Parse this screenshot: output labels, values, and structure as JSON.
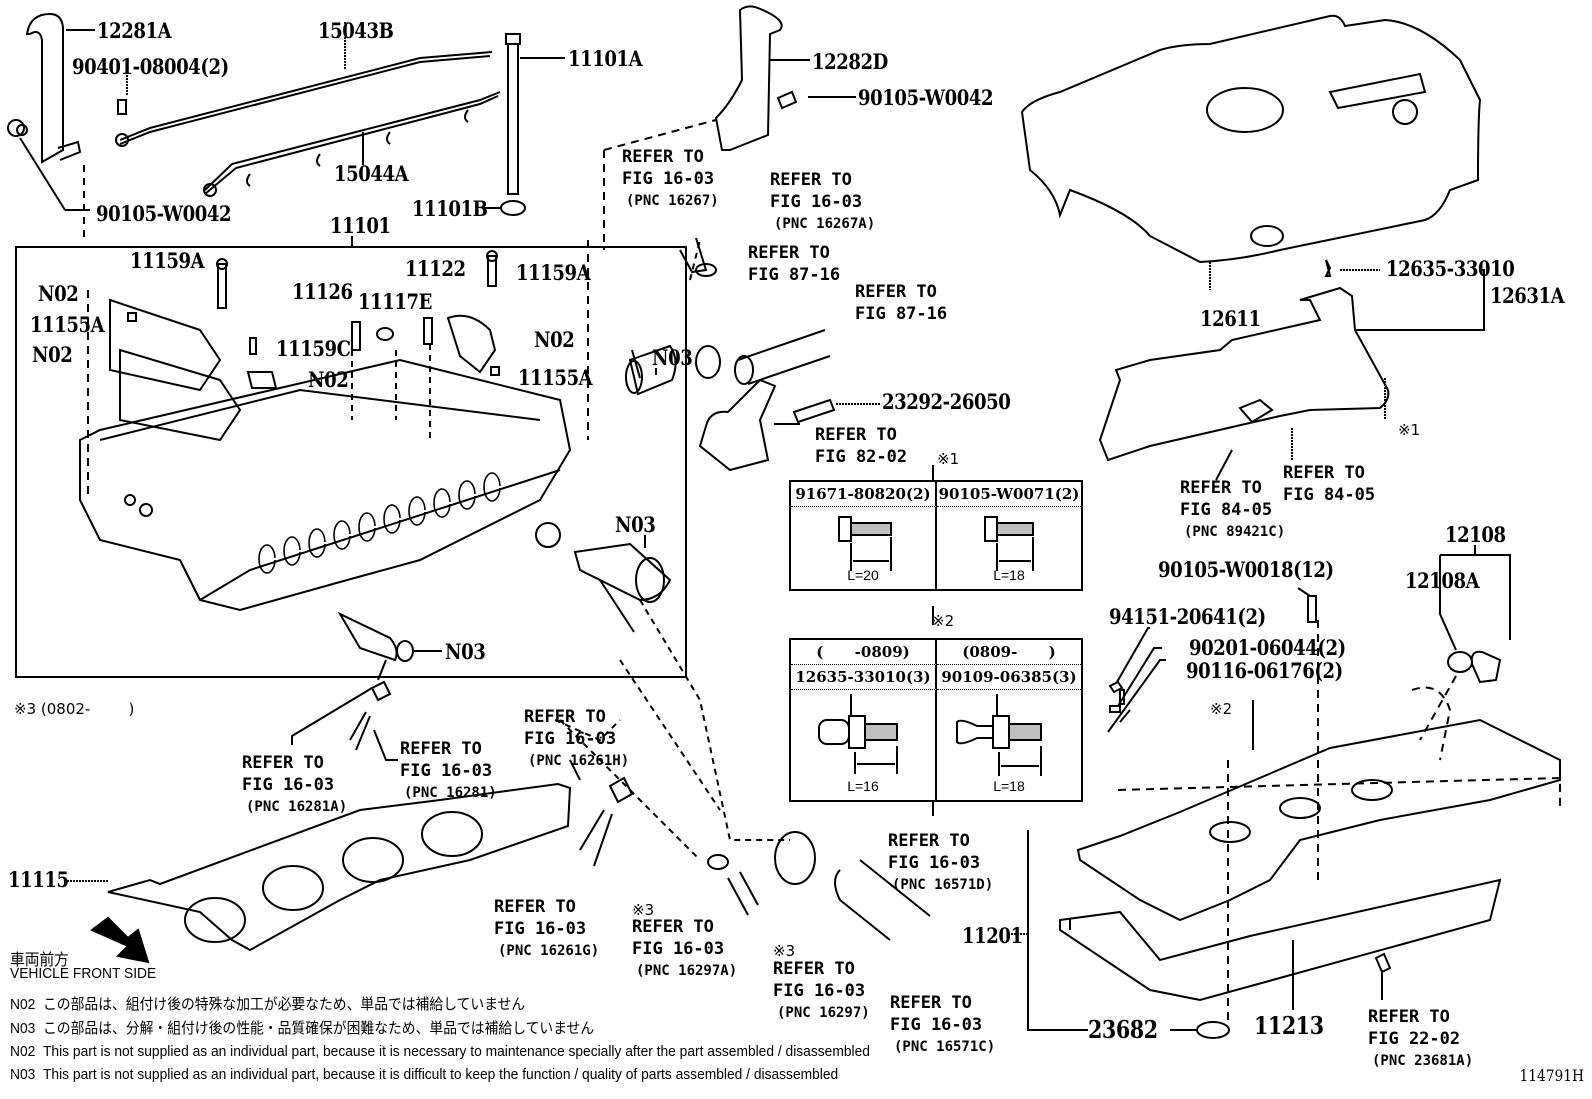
{
  "figure_id": "114791H",
  "parts": {
    "p12281A": "12281A",
    "p15043B": "15043B",
    "p90401": "90401-08004(2)",
    "p11101A": "11101A",
    "p12282D": "12282D",
    "p90105w0042a": "90105-W0042",
    "p90105w0042b": "90105-W0042",
    "p15044A": "15044A",
    "p11101B": "11101B",
    "p11101": "11101",
    "p11159A_1": "11159A",
    "p11159A_2": "11159A",
    "p11159C": "11159C",
    "p11155A_1": "11155A",
    "p11155A_2": "11155A",
    "p11126": "11126",
    "p11117E": "11117E",
    "p11122": "11122",
    "n02_1": "N02",
    "n02_2": "N02",
    "n02_3": "N02",
    "n02_4": "N02",
    "n03_1": "N03",
    "n03_2": "N03",
    "n03_3": "N03",
    "p23292": "23292-26050",
    "p12611": "12611",
    "p12635": "12635-33010",
    "p12631A": "12631A",
    "p12108": "12108",
    "p12108A": "12108A",
    "p90105w0018": "90105-W0018(12)",
    "p94151": "94151-20641(2)",
    "p90201": "90201-06044(2)",
    "p90116": "90116-06176(2)",
    "p11115": "11115",
    "p11201": "11201",
    "p23682": "23682",
    "p11213": "11213"
  },
  "refs": [
    {
      "line1": "REFER TO",
      "line2": "FIG 16-03",
      "pnc": "(PNC 16267)"
    },
    {
      "line1": "REFER TO",
      "line2": "FIG 16-03",
      "pnc": "(PNC 16267A)"
    },
    {
      "line1": "REFER TO",
      "line2": "FIG 87-16",
      "pnc": ""
    },
    {
      "line1": "REFER TO",
      "line2": "FIG 87-16",
      "pnc": ""
    },
    {
      "line1": "REFER TO",
      "line2": "FIG 82-02",
      "pnc": ""
    },
    {
      "line1": "REFER TO",
      "line2": "FIG 84-05",
      "pnc": "(PNC 89421C)"
    },
    {
      "line1": "REFER TO",
      "line2": "FIG 84-05",
      "pnc": ""
    },
    {
      "line1": "REFER TO",
      "line2": "FIG 16-03",
      "pnc": "(PNC 16281A)"
    },
    {
      "line1": "REFER TO",
      "line2": "FIG 16-03",
      "pnc": "(PNC 16281)"
    },
    {
      "line1": "REFER TO",
      "line2": "FIG 16-03",
      "pnc": "(PNC 16261H)"
    },
    {
      "line1": "REFER TO",
      "line2": "FIG 16-03",
      "pnc": "(PNC 16261G)"
    },
    {
      "line1": "REFER TO",
      "line2": "FIG 16-03",
      "pnc": "(PNC 16297A)"
    },
    {
      "line1": "REFER TO",
      "line2": "FIG 16-03",
      "pnc": "(PNC 16297)"
    },
    {
      "line1": "REFER TO",
      "line2": "FIG 16-03",
      "pnc": "(PNC 16571D)"
    },
    {
      "line1": "REFER TO",
      "line2": "FIG 16-03",
      "pnc": "(PNC 16571C)"
    },
    {
      "line1": "REFER TO",
      "line2": "FIG 22-02",
      "pnc": "(PNC 23681A)"
    }
  ],
  "symbols": {
    "s1": "※1",
    "s1b": "※1",
    "s2": "※2",
    "s2b": "※2",
    "s3a": "※3",
    "s3b": "※3",
    "s3_range": "※3 (0802-        )"
  },
  "table1": {
    "marker": "※1",
    "headers": [
      "91671-80820(2)",
      "90105-W0071(2)"
    ],
    "lengths": [
      "L=20",
      "L=18"
    ]
  },
  "table2": {
    "marker": "※2",
    "periods": [
      "(      -0809)",
      "(0809-      )"
    ],
    "headers": [
      "12635-33010(3)",
      "90109-06385(3)"
    ],
    "lengths": [
      "L=16",
      "L=18"
    ]
  },
  "legend": {
    "front_jp": "車両前方",
    "front_en": "VEHICLE FRONT SIDE",
    "notes": [
      {
        "code": "N02",
        "text": "この部品は、組付け後の特殊な加工が必要なため、単品では補給していません"
      },
      {
        "code": "N03",
        "text": "この部品は、分解・組付け後の性能・品質確保が困難なため、単品では補給していません"
      },
      {
        "code": "N02",
        "text": "This part is not supplied as an individual part, because it is necessary to maintenance specially after the part assembled / disassembled"
      },
      {
        "code": "N03",
        "text": "This part is not supplied as an individual part, because it is difficult to keep the function / quality of parts  assembled / disassembled"
      }
    ]
  }
}
